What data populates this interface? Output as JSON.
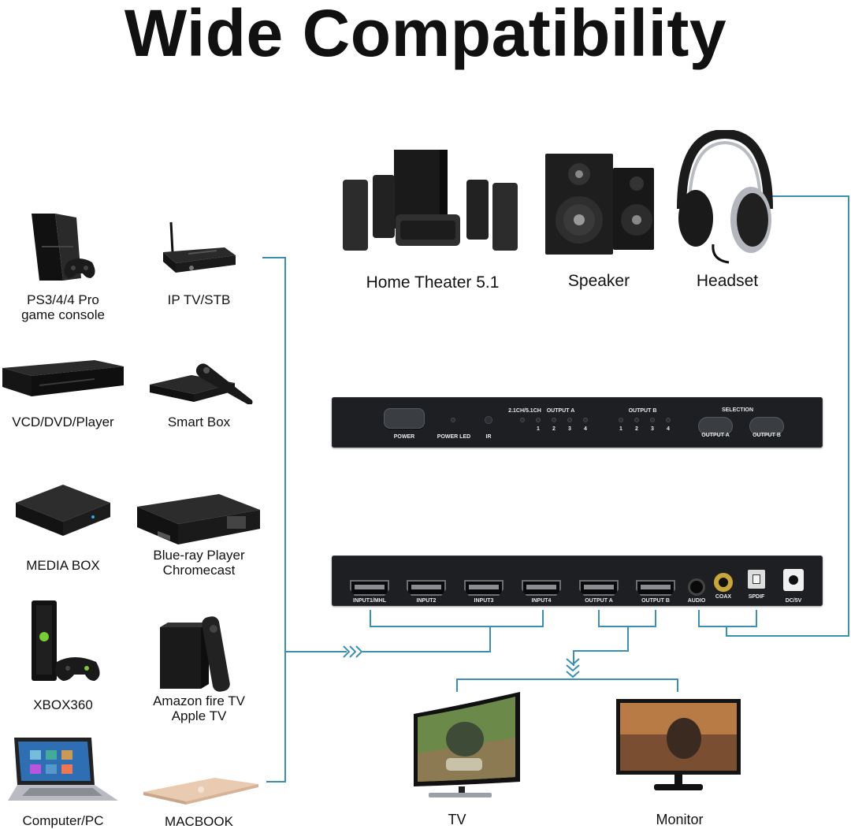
{
  "title": "Wide Compatibility",
  "sources": [
    {
      "label": "PS3/4/4 Pro\ngame console"
    },
    {
      "label": "IP TV/STB"
    },
    {
      "label": "VCD/DVD/Player"
    },
    {
      "label": "Smart Box"
    },
    {
      "label": "MEDIA BOX"
    },
    {
      "label": "Blue-ray Player\nChromecast"
    },
    {
      "label": "XBOX360"
    },
    {
      "label": "Amazon fire TV\nApple TV"
    },
    {
      "label": "Computer/PC"
    },
    {
      "label": "MACBOOK"
    }
  ],
  "audio_devices": [
    {
      "label": "Home Theater 5.1"
    },
    {
      "label": "Speaker"
    },
    {
      "label": "Headset"
    }
  ],
  "displays": [
    {
      "label": "TV"
    },
    {
      "label": "Monitor"
    }
  ],
  "front_panel": {
    "power": "POWER",
    "power_led": "POWER LED",
    "ir": "IR",
    "mode": "2.1CH/5.1CH",
    "output_a": "OUTPUT A",
    "output_b": "OUTPUT B",
    "selection": "SELECTION",
    "sel_a": "OUTPUT A",
    "sel_b": "OUTPUT B",
    "n1": "1",
    "n2": "2",
    "n3": "3",
    "n4": "4"
  },
  "back_panel": {
    "in1": "INPUT1/MHL",
    "in2": "INPUT2",
    "in3": "INPUT3",
    "in4": "INPUT4",
    "out_a": "OUTPUT A",
    "out_b": "OUTPUT B",
    "audio": "AUDIO",
    "coax": "COAX",
    "spdif": "SPDIF",
    "dc": "DC/5V"
  },
  "colors": {
    "wire": "#3a8fb5",
    "panel": "#1d1f22",
    "title": "#111111"
  },
  "icons": [
    "ps4-console-icon",
    "iptv-box-icon",
    "dvd-player-icon",
    "smart-box-icon",
    "media-box-icon",
    "bluray-player-icon",
    "xbox360-icon",
    "fire-tv-icon",
    "laptop-icon",
    "macbook-icon",
    "home-theater-icon",
    "speaker-icon",
    "headset-icon",
    "tv-icon",
    "monitor-icon"
  ]
}
